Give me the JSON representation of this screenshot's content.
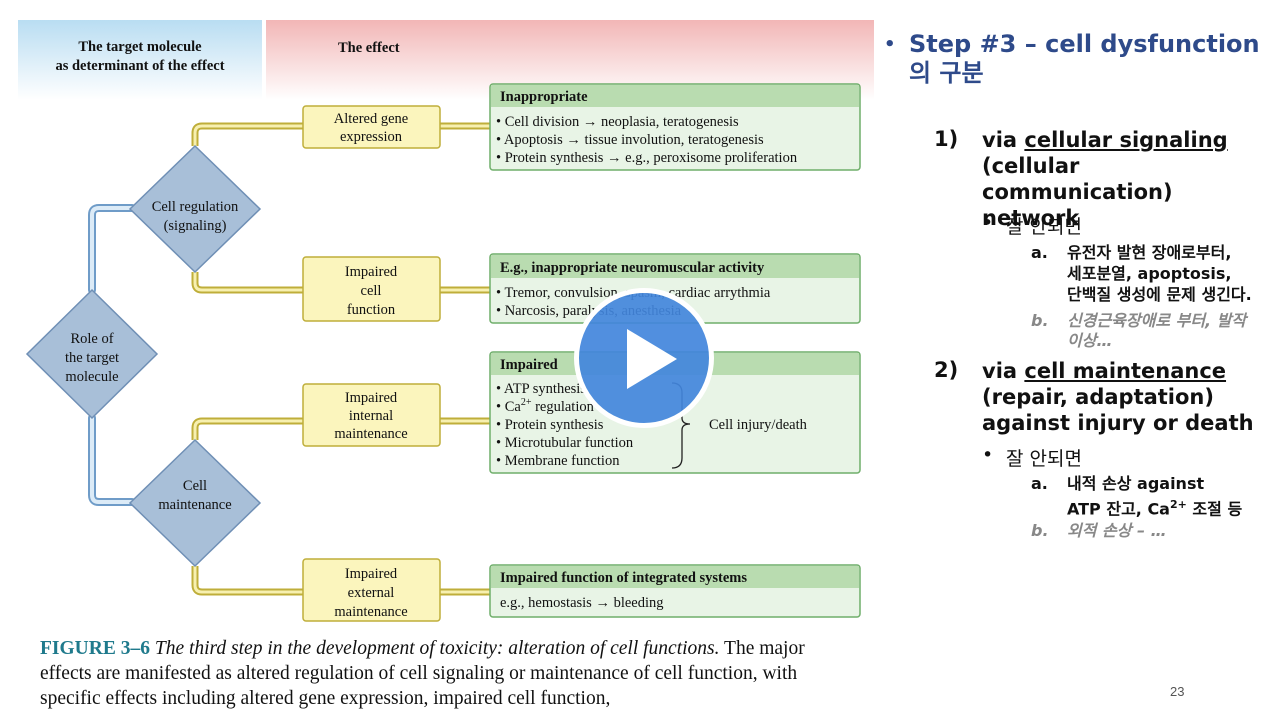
{
  "diagram": {
    "header_left": [
      "The target molecule",
      "as determinant of the effect"
    ],
    "header_right": "The effect",
    "diamonds": {
      "role": [
        "Role of",
        "the target",
        "molecule"
      ],
      "regulation": [
        "Cell regulation",
        "(signaling)"
      ],
      "maintenance": [
        "Cell",
        "maintenance"
      ]
    },
    "yellow_boxes": {
      "gene": [
        "Altered gene",
        "expression"
      ],
      "impaired_cell": [
        "Impaired",
        "cell",
        "function"
      ],
      "internal": [
        "Impaired",
        "internal",
        "maintenance"
      ],
      "external": [
        "Impaired",
        "external",
        "maintenance"
      ]
    },
    "green_boxes": {
      "inappropriate": {
        "title": "Inappropriate",
        "items": [
          "• Cell division → neoplasia, teratogenesis",
          "• Apoptosis → tissue involution, teratogenesis",
          "• Protein synthesis → e.g., peroxisome proliferation"
        ]
      },
      "neuromuscular": {
        "title": "E.g., inappropriate neuromuscular activity",
        "items": [
          "• Tremor, convulsion, spasm, cardiac arrythmia",
          "• Narcosis, paralysis, anesthesia"
        ]
      },
      "impaired": {
        "title": "Impaired",
        "items": [
          "• ATP synthesis",
          "• Ca",
          "• Protein synthesis",
          "• Microtubular function",
          "• Membrane function"
        ],
        "ca_sup": "2+",
        "ca_rest": " regulation",
        "bracket_label": "Cell injury/death"
      },
      "integrated": {
        "title": "Impaired function of integrated systems",
        "items": [
          "e.g., hemostasis → bleeding"
        ]
      }
    }
  },
  "caption": {
    "figure_label": "FIGURE 3–6",
    "italic": "The third step in the development of toxicity: alteration of cell functions.",
    "rest": "The major effects are manifested as altered regulation of cell signaling or maintenance of cell function, with specific effects including altered gene expression, impaired cell function,"
  },
  "slide": {
    "title_bullet": "•",
    "title": "Step #3 – cell dysfunction의 구분",
    "item1": {
      "num": "1)",
      "via": "via ",
      "link": "cellular signaling",
      "rest": "(cellular communication) network",
      "sub_bullet": "•",
      "sub": "잘 안되면",
      "a_label": "a.",
      "a_text": [
        "유전자 발현 장애로부터,",
        "세포분열, apoptosis,",
        "단백질 생성에 문제 생긴다."
      ],
      "b_label": "b.",
      "b_text": [
        "신경근육장애로 부터, 발작",
        "이상…"
      ]
    },
    "item2": {
      "num": "2)",
      "via": "via ",
      "link": "cell maintenance",
      "rest": "(repair, adaptation) against injury or death",
      "sub_bullet": "•",
      "sub": "잘 안되면",
      "a_label": "a.",
      "a_line1": "내적 손상 against",
      "a_line2_pre": "ATP 잔고, Ca",
      "a_sup": "2+",
      "a_line2_post": " 조절 등",
      "b_label": "b.",
      "b_text": "외적 손상 – …"
    },
    "page_number": "23"
  },
  "colors": {
    "header_blue": "#cfe6f4",
    "header_red": "#f6c7c7",
    "diamond": "#a8bfd8",
    "pipe": "#9cc0e0",
    "yellow_pipe": "#e3d67a",
    "yellow_box": "#fbf5bd",
    "green_box": "#e8f4e6",
    "green_title": "#b9dcb0",
    "title_blue": "#2e4a8a",
    "play": "#4285dc"
  }
}
